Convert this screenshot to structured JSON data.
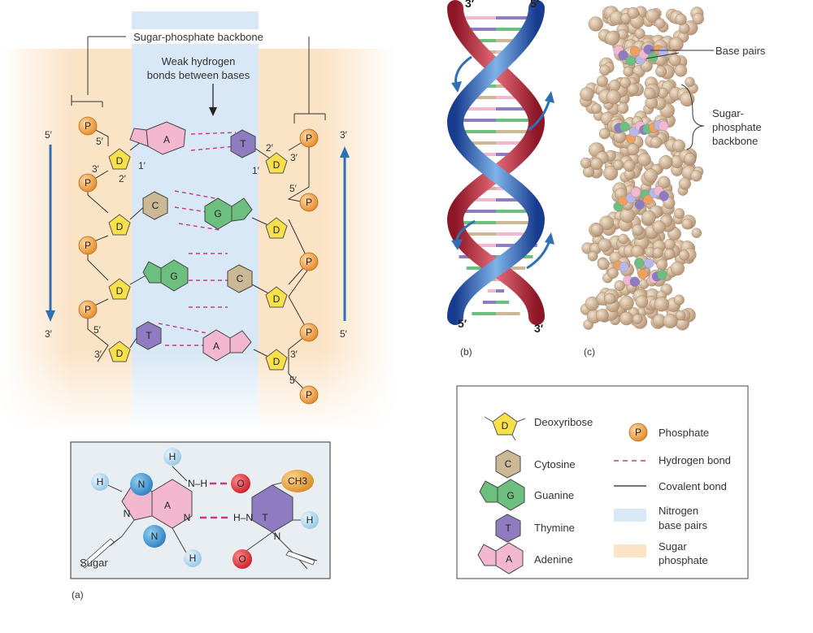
{
  "panel_a": {
    "backbone_label": "Sugar-phosphate backbone",
    "hbond_label_1": "Weak hydrogen",
    "hbond_label_2": "bonds between bases",
    "strand_left_top": "5′",
    "strand_left_bottom": "3′",
    "strand_right_top": "3′",
    "strand_right_bottom": "5′",
    "phosphate": "P",
    "deoxyribose": "D",
    "pairs": [
      {
        "left": "A",
        "right": "T"
      },
      {
        "left": "C",
        "right": "G"
      },
      {
        "left": "G",
        "right": "C"
      },
      {
        "left": "T",
        "right": "A"
      }
    ],
    "primes": {
      "five": "5′",
      "three": "3′",
      "two": "2′",
      "one": "1′"
    },
    "inset": {
      "h": "H",
      "n": "N",
      "o": "O",
      "ch3": "CH3",
      "a": "A",
      "t": "T",
      "nh_top": "N–H",
      "hn_bottom": "H–N",
      "sugar": "Sugar"
    },
    "caption": "(a)"
  },
  "panel_b": {
    "top_left": "3′",
    "top_right": "5′",
    "bottom_left": "5′",
    "bottom_right": "3′",
    "caption": "(b)"
  },
  "panel_c": {
    "base_pairs": "Base pairs",
    "backbone_1": "Sugar-",
    "backbone_2": "phosphate",
    "backbone_3": "backbone",
    "caption": "(c)"
  },
  "legend": {
    "deoxyribose": "Deoxyribose",
    "cytosine": "Cytosine",
    "guanine": "Guanine",
    "thymine": "Thymine",
    "adenine": "Adenine",
    "phosphate": "Phosphate",
    "hydrogen_bond": "Hydrogen bond",
    "covalent_bond": "Covalent bond",
    "nitrogen_1": "Nitrogen",
    "nitrogen_2": "base pairs",
    "sugar_1": "Sugar",
    "sugar_2": "phosphate",
    "d": "D",
    "c": "C",
    "g": "G",
    "t": "T",
    "a": "A",
    "p": "P"
  },
  "colors": {
    "adenine": "#f3b8d0",
    "thymine": "#8f7bc0",
    "cytosine": "#cbb894",
    "guanine": "#6cbf7e",
    "deoxyribose": "#f7e04a",
    "phosphate": "#f0a24a",
    "nitrogen_band": "#d8e8f6",
    "sugar_band": "#fbe3c6",
    "hbond": "#c8388a",
    "arrow": "#2f6fb5"
  }
}
